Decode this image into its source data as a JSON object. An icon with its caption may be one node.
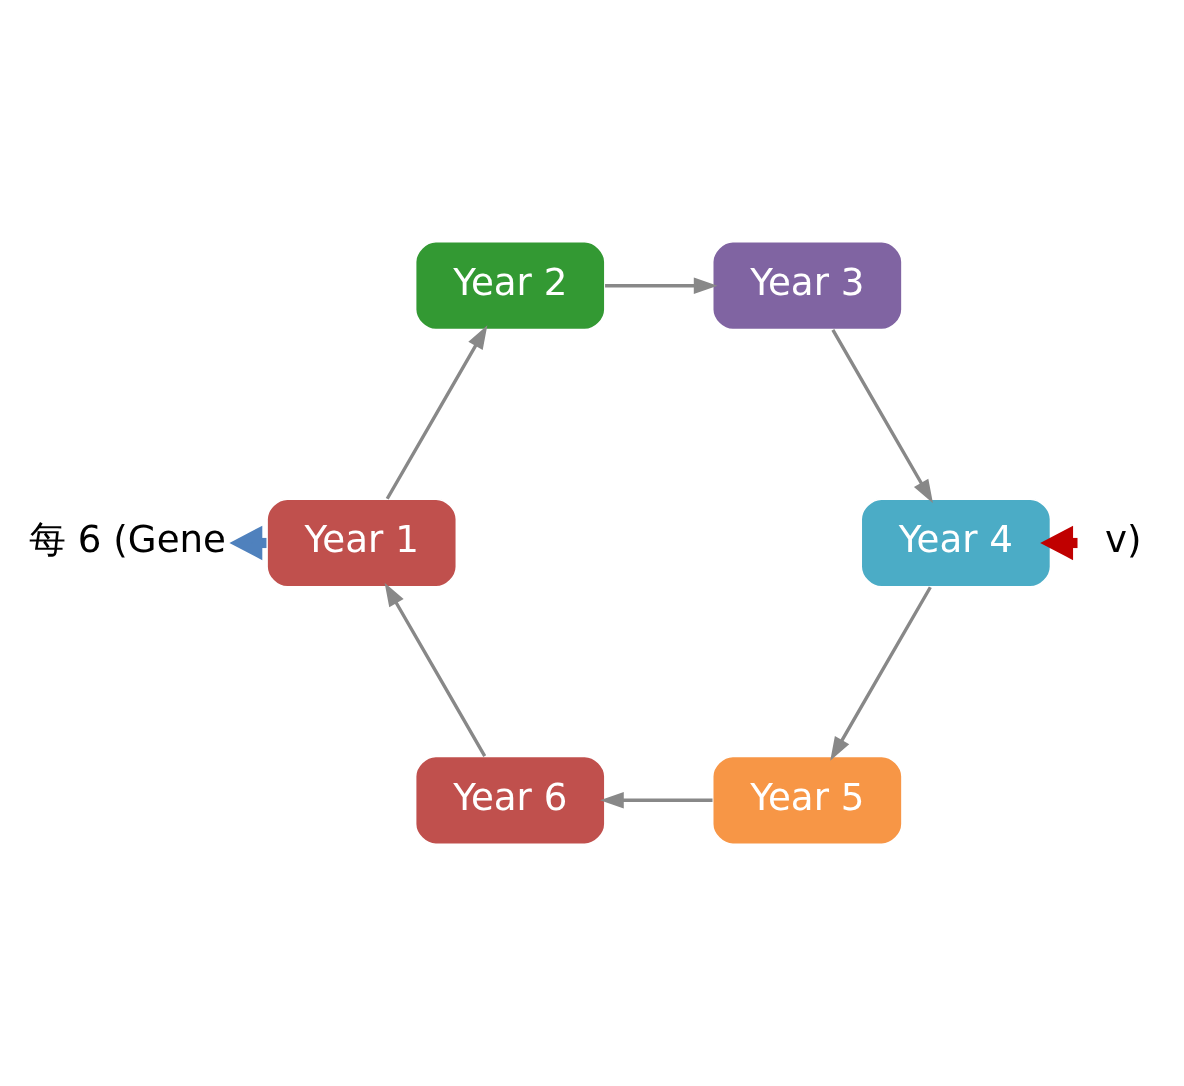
{
  "diagram": {
    "nodes": [
      {
        "text": [
          "Year 1"
        ]
      },
      {
        "text": [
          "Year 2"
        ]
      },
      {
        "text": [
          "Year 3"
        ]
      },
      {
        "text": [
          "Year 4"
        ]
      },
      {
        "text": [
          "Year 5"
        ]
      },
      {
        "text": [
          "Year 6"
        ]
      },
      {
        "text": [
          "v)"
        ]
      },
      {
        "text": [
          "每 6 (Gene"
        ]
      }
    ],
    "edges": [
      {
        "from": 0,
        "to": 1,
        "arrow": "to"
      },
      {
        "from": 1,
        "to": 2,
        "arrow": "to"
      },
      {
        "from": 2,
        "to": 3,
        "arrow": "to"
      },
      {
        "from": 3,
        "to": 4,
        "arrow": "to"
      },
      {
        "from": 4,
        "to": 5,
        "arrow": "to"
      },
      {
        "from": 5,
        "to": 0,
        "arrow": "to"
      },
      {
        "from": 0,
        "to": 7,
        "arrow": "to",
        "style": "thick",
        "color": "#4f81bd"
      },
      {
        "from": 6,
        "to": 3,
        "arrow": "to",
        "style": "thick",
        "color": "#c00000"
      }
    ]
  }
}
